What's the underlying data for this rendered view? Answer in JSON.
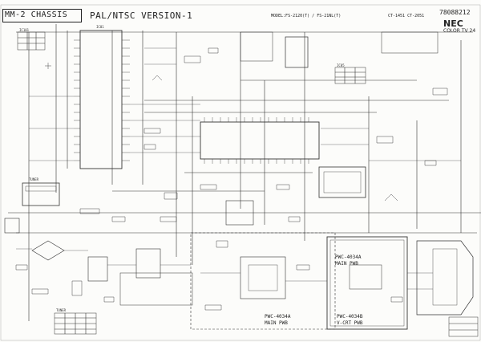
{
  "header": {
    "chassis": "MM-2 CHASSIS",
    "version": "PAL/NTSC VERSION-1",
    "model": "MODEL:FS-2120(T) / FS-21NL(T)",
    "models_right": "CT-1451  CT-2051",
    "part_number": "78088212",
    "brand": "NEC",
    "subtitle": "COLOR TV 24"
  },
  "boards": [
    {
      "id": "PWC-4034A",
      "name": "MAIN PWB"
    },
    {
      "id": "PWC-4034A",
      "name": "MAIN PWB"
    },
    {
      "id": "PWC-4034B",
      "name": "V-CRT PWB"
    }
  ],
  "labels": {
    "ic_decoder": "IC101",
    "ic_micro": "IC01",
    "ic05": "IC05",
    "tuner": "TUNER",
    "tuner_table": "TUNER"
  }
}
